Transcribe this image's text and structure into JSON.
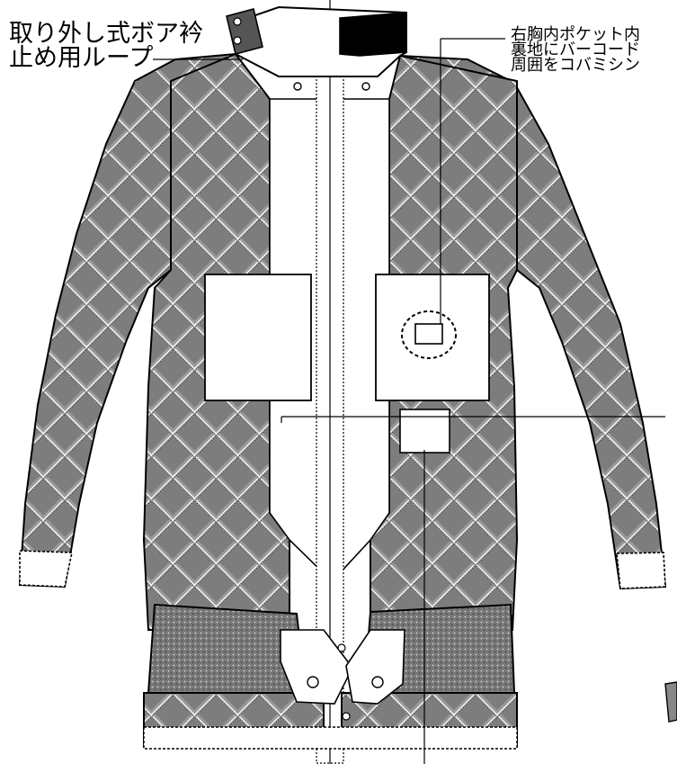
{
  "callouts": {
    "collar_loop": {
      "lines": [
        "取り外し式ボア衿",
        "止め用ループ"
      ]
    },
    "inner_pocket": {
      "lines": [
        "右胸内ポケット内",
        "裏地にバーコード",
        "周囲をコバミシン"
      ]
    }
  },
  "colors": {
    "outline": "#000000",
    "quilt_fill": "#9a9a9a",
    "panel_fill": "#ffffff",
    "collar_band": "#000000"
  }
}
